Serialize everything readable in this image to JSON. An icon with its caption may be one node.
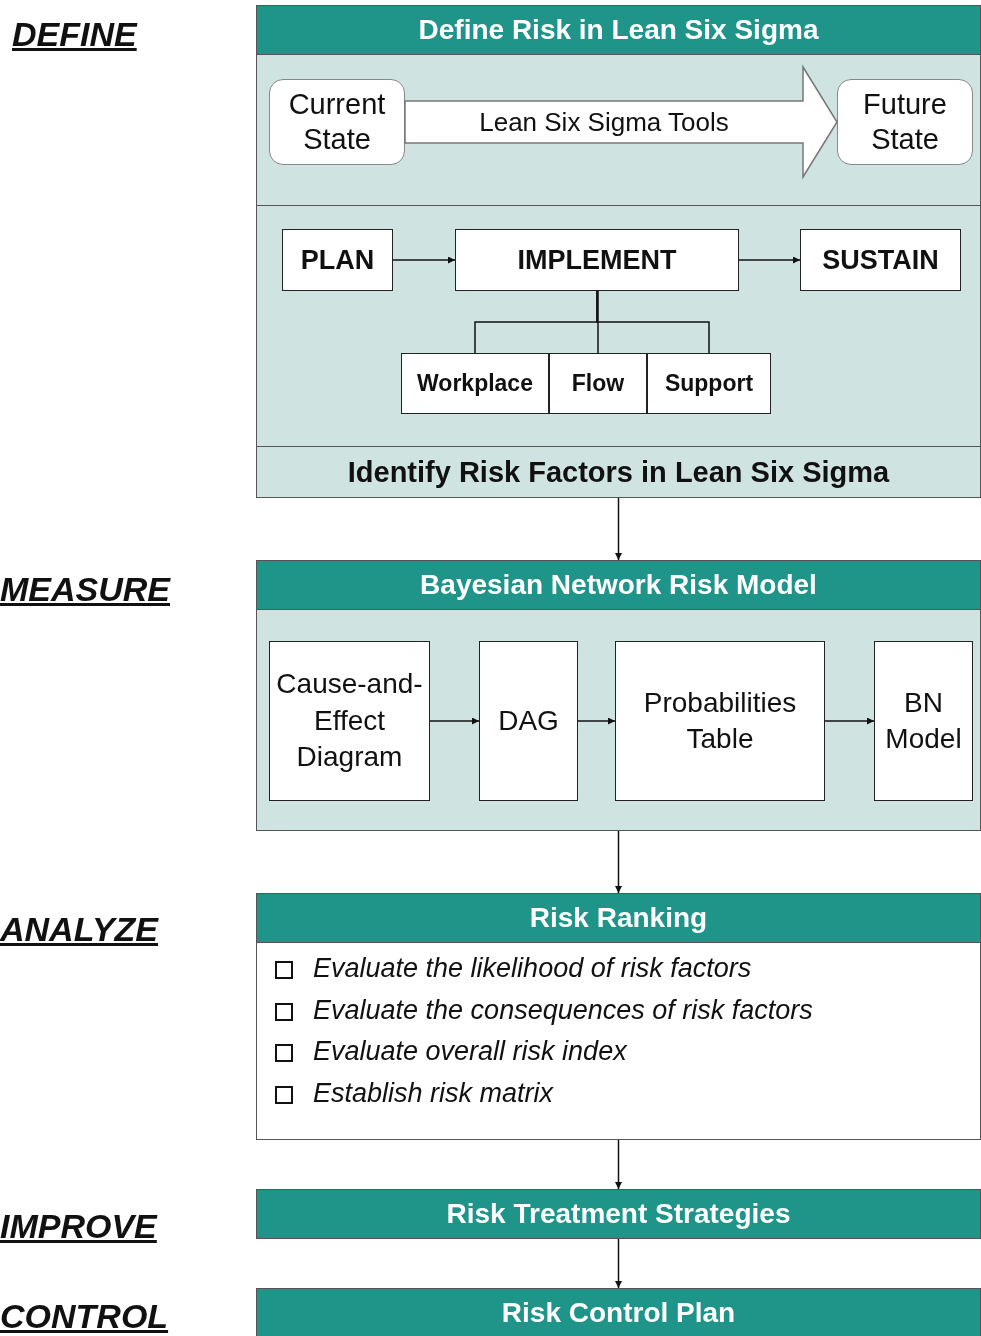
{
  "diagram": {
    "nodes": [
      {
        "text": [
          "Define Risk in Lean Six Sigma",
          "Identify Risk Factors in Lean Six Sigma"
        ]
      },
      {
        "text": [
          "Current State"
        ],
        "in": 0
      },
      {
        "text": [
          "Future State"
        ],
        "in": 0
      },
      {
        "text": [
          "PLAN"
        ],
        "in": 0
      },
      {
        "text": [
          "IMPLEMENT"
        ],
        "in": 0
      },
      {
        "text": [
          "SUSTAIN"
        ],
        "in": 0
      },
      {
        "text": [
          "Workplace"
        ],
        "in": 0
      },
      {
        "text": [
          "Flow"
        ],
        "in": 0
      },
      {
        "text": [
          "Support"
        ],
        "in": 0
      },
      {
        "text": [
          "Bayesian Network Risk Model"
        ]
      },
      {
        "text": [
          "Cause-and-Effect Diagram"
        ],
        "in": 9
      },
      {
        "text": [
          "DAG"
        ],
        "in": 9
      },
      {
        "text": [
          "Probabilities Table"
        ],
        "in": 9
      },
      {
        "text": [
          "BN Model"
        ],
        "in": 9
      },
      {
        "text": [
          "Risk Ranking",
          "Evaluate the likelihood of risk factors",
          "Evaluate the consequences of risk factors",
          "Evaluate overall risk index",
          "Establish risk matrix"
        ]
      },
      {
        "text": [
          "Risk Treatment Strategies"
        ]
      },
      {
        "text": [
          "Risk Control Plan"
        ]
      }
    ],
    "edges": [
      {
        "from": 1,
        "to": 2,
        "arrow": "to",
        "label": "Lean Six Sigma Tools",
        "style": "thick"
      },
      {
        "from": 3,
        "to": 4,
        "arrow": "to"
      },
      {
        "from": 4,
        "to": 5,
        "arrow": "to"
      },
      {
        "from": 4,
        "to": 6,
        "arrow": "none"
      },
      {
        "from": 4,
        "to": 7,
        "arrow": "none"
      },
      {
        "from": 4,
        "to": 8,
        "arrow": "none"
      },
      {
        "from": 10,
        "to": 11,
        "arrow": "to"
      },
      {
        "from": 11,
        "to": 12,
        "arrow": "to"
      },
      {
        "from": 12,
        "to": 13,
        "arrow": "to"
      },
      {
        "from": 0,
        "to": 9,
        "arrow": "to"
      },
      {
        "from": 9,
        "to": 14,
        "arrow": "to"
      },
      {
        "from": 14,
        "to": 15,
        "arrow": "to"
      },
      {
        "from": 15,
        "to": 16,
        "arrow": "to"
      }
    ],
    "labels": [
      "DEFINE",
      "MEASURE",
      "ANALYZE",
      "IMPROVE",
      "CONTROL"
    ]
  }
}
